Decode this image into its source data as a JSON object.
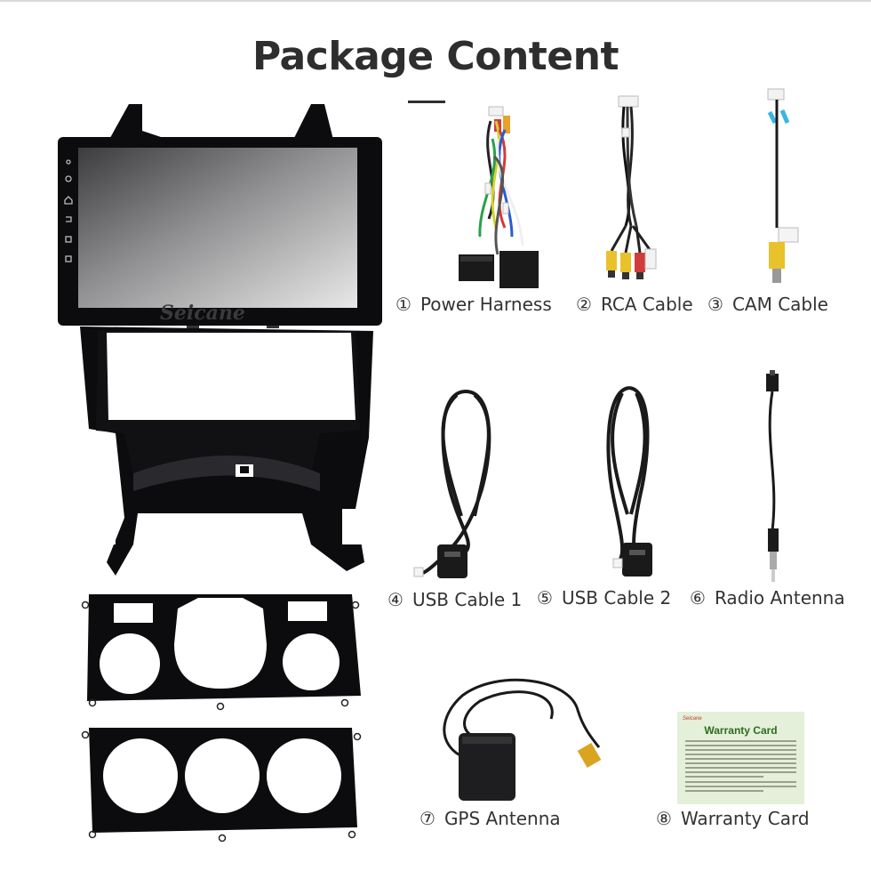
{
  "title": "Package Content",
  "screen_brand": "Seicane",
  "warranty_card": {
    "brand": "Seicane",
    "title": "Warranty Card"
  },
  "items": [
    {
      "num": "①",
      "label": "Power Harness"
    },
    {
      "num": "②",
      "label": "RCA Cable"
    },
    {
      "num": "③",
      "label": "CAM Cable"
    },
    {
      "num": "④",
      "label": "USB Cable 1"
    },
    {
      "num": "⑤",
      "label": "USB Cable 2"
    },
    {
      "num": "⑥",
      "label": "Radio Antenna"
    },
    {
      "num": "⑦",
      "label": "GPS Antenna"
    },
    {
      "num": "⑧",
      "label": "Warranty Card"
    }
  ],
  "colors": {
    "title": "#2e2e2e",
    "frame": "#0c0c0e",
    "warranty_bg": "#e4f0da",
    "warranty_title": "#2e6b1f"
  }
}
